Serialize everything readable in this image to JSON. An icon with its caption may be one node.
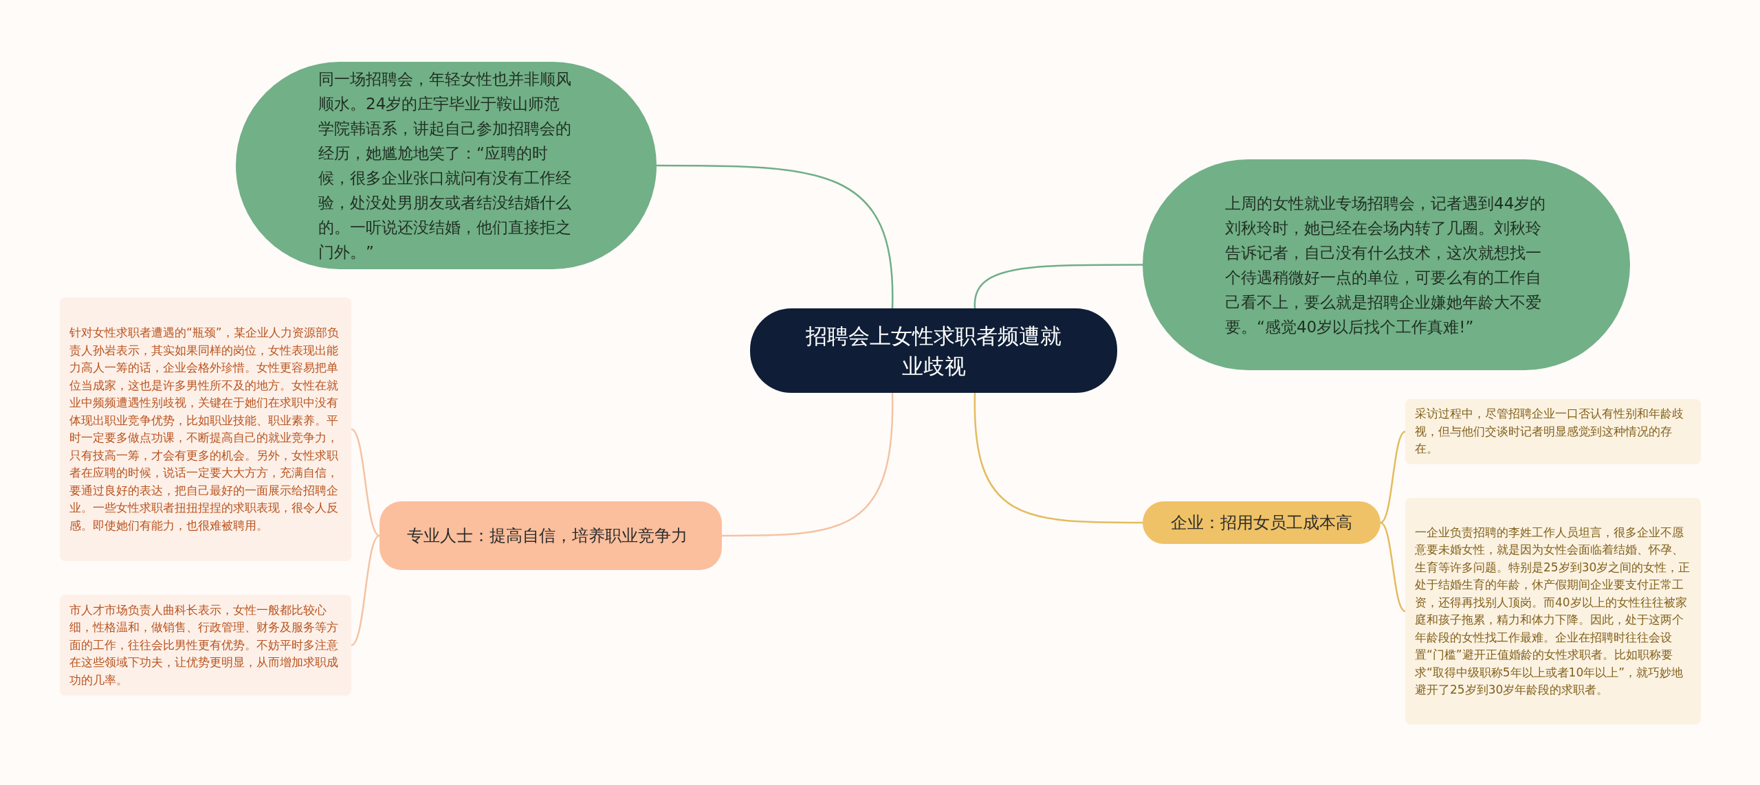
{
  "diagram": {
    "nodes": [
      {
        "text": [
          "招聘会上女性求职者频遭就业歧视"
        ]
      },
      {
        "text": [
          "同一场招聘会，年轻女性也并非顺风顺水。24岁的庄宇毕业于鞍山师范学院韩语系，讲起自己参加招聘会的经历，她尴尬地笑了：“应聘的时候，很多企业张口就问有没有工作经验，处没处男朋友或者结没结婚什么的。一听说还没结婚，他们直接拒之门外。”"
        ]
      },
      {
        "text": [
          "上周的女性就业专场招聘会，记者遇到44岁的刘秋玲时，她已经在会场内转了几圈。刘秋玲告诉记者，自己没有什么技术，这次就想找一个待遇稍微好一点的单位，可要么有的工作自己看不上，要么就是招聘企业嫌她年龄大不爱要。“感觉40岁以后找个工作真难!”"
        ]
      },
      {
        "text": [
          "专业人士：提高自信，培养职业竞争力"
        ]
      },
      {
        "text": [
          "针对女性求职者遭遇的“瓶颈”，某企业人力资源部负责人孙岩表示，其实如果同样的岗位，女性表现出能力高人一筹的话，企业会格外珍惜。女性更容易把单位当成家，这也是许多男性所不及的地方。女性在就业中频频遭遇性别歧视，关键在于她们在求职中没有体现出职业竞争优势，比如职业技能、职业素养。平时一定要多做点功课，不断提高自己的就业竞争力，只有技高一筹，才会有更多的机会。另外，女性求职者在应聘的时候，说话一定要大大方方，充满自信，要通过良好的表达，把自己最好的一面展示给招聘企业。一些女性求职者扭扭捏捏的求职表现，很令人反感。即使她们有能力，也很难被聘用。"
        ]
      },
      {
        "text": [
          "市人才市场负责人曲科长表示，女性一般都比较心细，性格温和，做销售、行政管理、财务及服务等方面的工作，往往会比男性更有优势。不妨平时多注意在这些领域下功夫，让优势更明显，从而增加求职成功的几率。"
        ]
      },
      {
        "text": [
          "企业：招用女员工成本高"
        ]
      },
      {
        "text": [
          "采访过程中，尽管招聘企业一口否认有性别和年龄歧视，但与他们交谈时记者明显感觉到这种情况的存在。"
        ]
      },
      {
        "text": [
          "一企业负责招聘的李姓工作人员坦言，很多企业不愿意要未婚女性，就是因为女性会面临着结婚、怀孕、生育等许多问题。特别是25岁到30岁之间的女性，正处于结婚生育的年龄，休产假期间企业要支付正常工资，还得再找别人顶岗。而40岁以上的女性往往被家庭和孩子拖累，精力和体力下降。因此，处于这两个年龄段的女性找工作最难。企业在招聘时往往会设置“门槛”避开正值婚龄的女性求职者。比如职称要求“取得中级职称5年以上或者10年以上”，就巧妙地避开了25岁到30岁年龄段的求职者。"
        ]
      }
    ],
    "edges": [
      {
        "from": 0,
        "to": 1,
        "arrow": "none",
        "color": "#6fae86"
      },
      {
        "from": 0,
        "to": 2,
        "arrow": "none",
        "color": "#6fae86"
      },
      {
        "from": 0,
        "to": 3,
        "arrow": "none",
        "color": "#f4c3a3"
      },
      {
        "from": 3,
        "to": 4,
        "arrow": "none",
        "color": "#f4c3a3"
      },
      {
        "from": 3,
        "to": 5,
        "arrow": "none",
        "color": "#f4c3a3"
      },
      {
        "from": 0,
        "to": 6,
        "arrow": "none",
        "color": "#e3bc5e"
      },
      {
        "from": 6,
        "to": 7,
        "arrow": "none",
        "color": "#e3bc5e"
      },
      {
        "from": 6,
        "to": 8,
        "arrow": "none",
        "color": "#e3bc5e"
      }
    ]
  }
}
